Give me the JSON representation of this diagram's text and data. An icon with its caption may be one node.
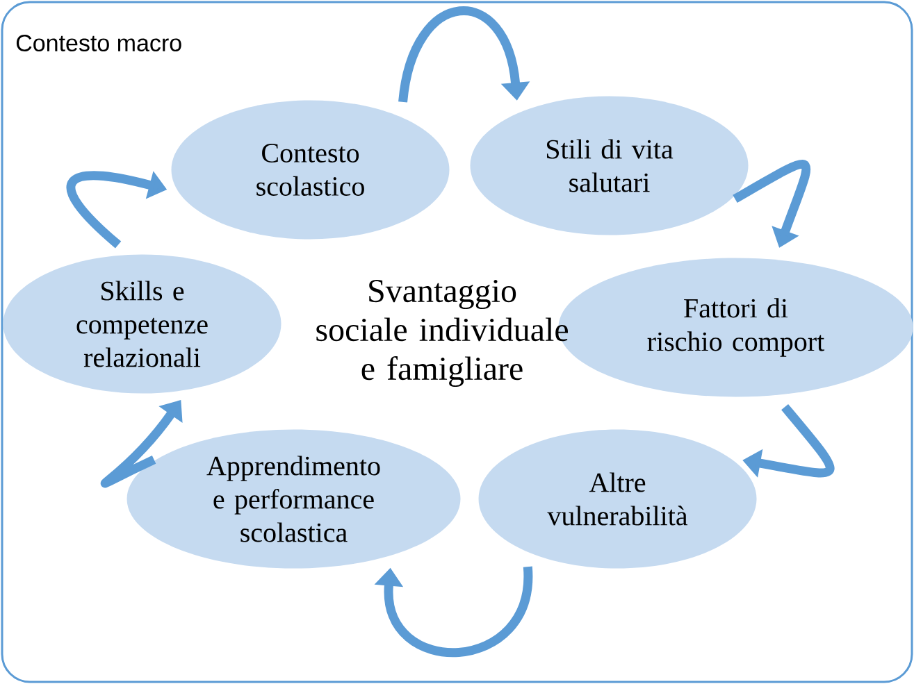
{
  "diagram": {
    "nodes": [
      {
        "text": [
          "Contesto macro"
        ]
      },
      {
        "text": [
          "Contesto scolastico"
        ],
        "in": 0
      },
      {
        "text": [
          "Stili di vita salutari"
        ],
        "in": 0
      },
      {
        "text": [
          "Skills e competenze relazionali"
        ],
        "in": 0
      },
      {
        "text": [
          "Fattori di rischio comport"
        ],
        "in": 0
      },
      {
        "text": [
          "Apprendimento e performance scolastica"
        ],
        "in": 0
      },
      {
        "text": [
          "Altre vulnerabilità"
        ],
        "in": 0
      }
    ],
    "edges": [
      {
        "from": 1,
        "to": 2,
        "arrow": "to"
      },
      {
        "from": 2,
        "to": 4,
        "arrow": "to"
      },
      {
        "from": 4,
        "to": 6,
        "arrow": "to"
      },
      {
        "from": 6,
        "to": 5,
        "arrow": "to"
      },
      {
        "from": 5,
        "to": 3,
        "arrow": "to"
      },
      {
        "from": 3,
        "to": 1,
        "arrow": "to"
      }
    ],
    "labels": [
      "Svantaggio sociale individuale e famigliare"
    ]
  }
}
